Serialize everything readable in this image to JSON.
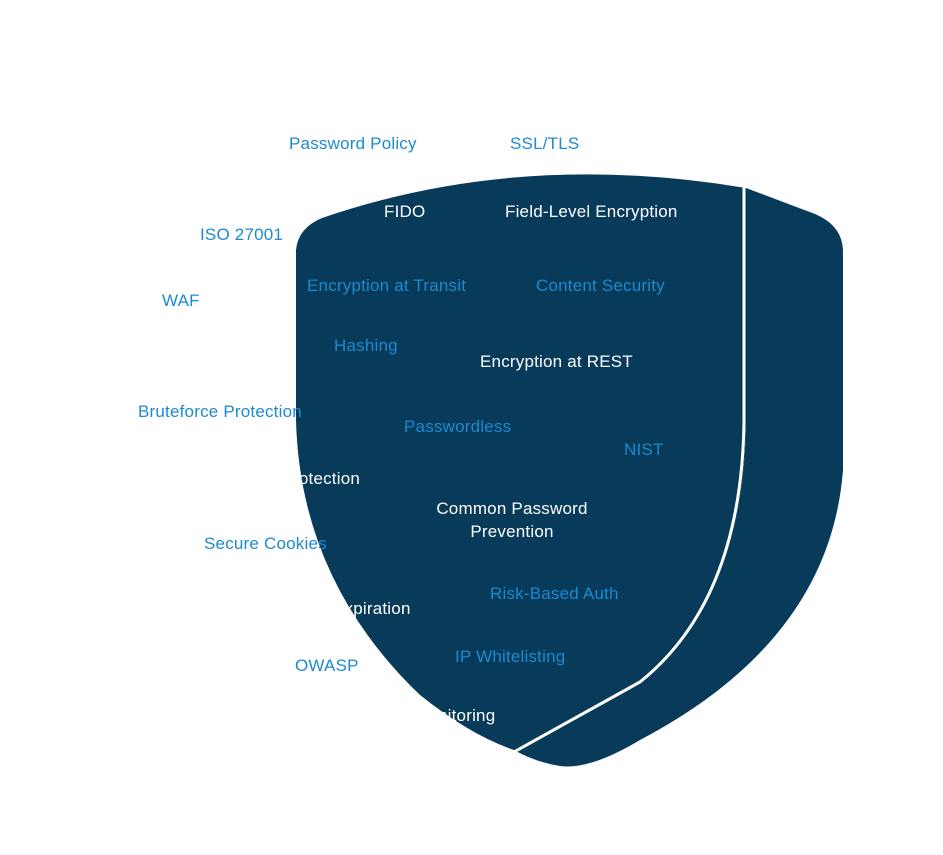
{
  "colors": {
    "shield": "#083a5a",
    "accent_text": "#1c8ad1",
    "inner_text": "#ffffff",
    "divider": "#ffffff"
  },
  "labels": {
    "password_policy": "Password Policy",
    "ssl_tls": "SSL/TLS",
    "fido": "FIDO",
    "field_level_encryption": "Field-Level Encryption",
    "iso_27001": "ISO 27001",
    "encryption_at_transit": "Encryption at Transit",
    "content_security": "Content Security",
    "waf": "WAF",
    "hashing": "Hashing",
    "encryption_at_rest": "Encryption at REST",
    "bruteforce_protection": "Bruteforce Protection",
    "passwordless": "Passwordless",
    "nist": "NIST",
    "protection_partial": "rotection",
    "common_password_line1": "Common Password",
    "common_password_line2": "Prevention",
    "secure_cookies": "Secure Cookies",
    "expiration_partial": "Expiration",
    "risk_based_auth": "Risk-Based Auth",
    "owasp": "OWASP",
    "ip_whitelisting": "IP Whitelisting",
    "monitoring_partial": "nitoring"
  }
}
